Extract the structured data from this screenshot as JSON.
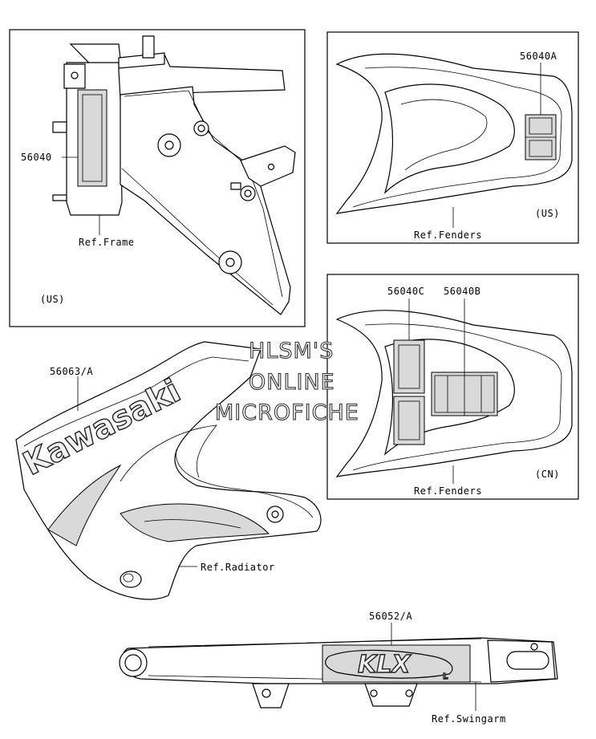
{
  "panels": {
    "frame": {
      "part": "56040",
      "ref": "Ref.Frame",
      "region": "(US)"
    },
    "fender_us": {
      "part": "56040A",
      "ref": "Ref.Fenders",
      "region": "(US)"
    },
    "fender_cn": {
      "part_c": "56040C",
      "part_b": "56040B",
      "ref": "Ref.Fenders",
      "region": "(CN)"
    }
  },
  "radiator": {
    "part": "56063/A",
    "ref": "Ref.Radiator",
    "brand": "Kawasaki"
  },
  "swingarm": {
    "part": "56052/A",
    "ref": "Ref.Swingarm",
    "logo": "KLX",
    "logo_sub": "L"
  },
  "watermark": {
    "line1": "HLSM'S",
    "line2": "ONLINE",
    "line3": "MICROFICHE"
  }
}
